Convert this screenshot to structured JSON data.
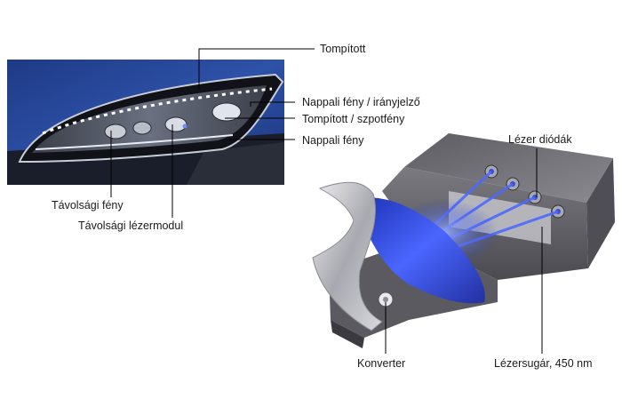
{
  "labels": {
    "tompitott": "Tompított",
    "nappali_iranyjelzo": "Nappali fény / irányjelző",
    "tompitott_szpot": "Tompított / szpotfény",
    "nappali": "Nappali fény",
    "tavolsagi": "Távolsági fény",
    "tavolsagi_lezer": "Távolsági lézermodul",
    "lezer_diodak": "Lézer diódák",
    "konverter": "Konverter",
    "lezersugar": "Lézersugár, 450 nm"
  },
  "colors": {
    "car_blue": "#2a4a9a",
    "laser_blue": "#3a4fd8",
    "housing_gray": "#6c6c70",
    "leader_line": "#000000"
  }
}
